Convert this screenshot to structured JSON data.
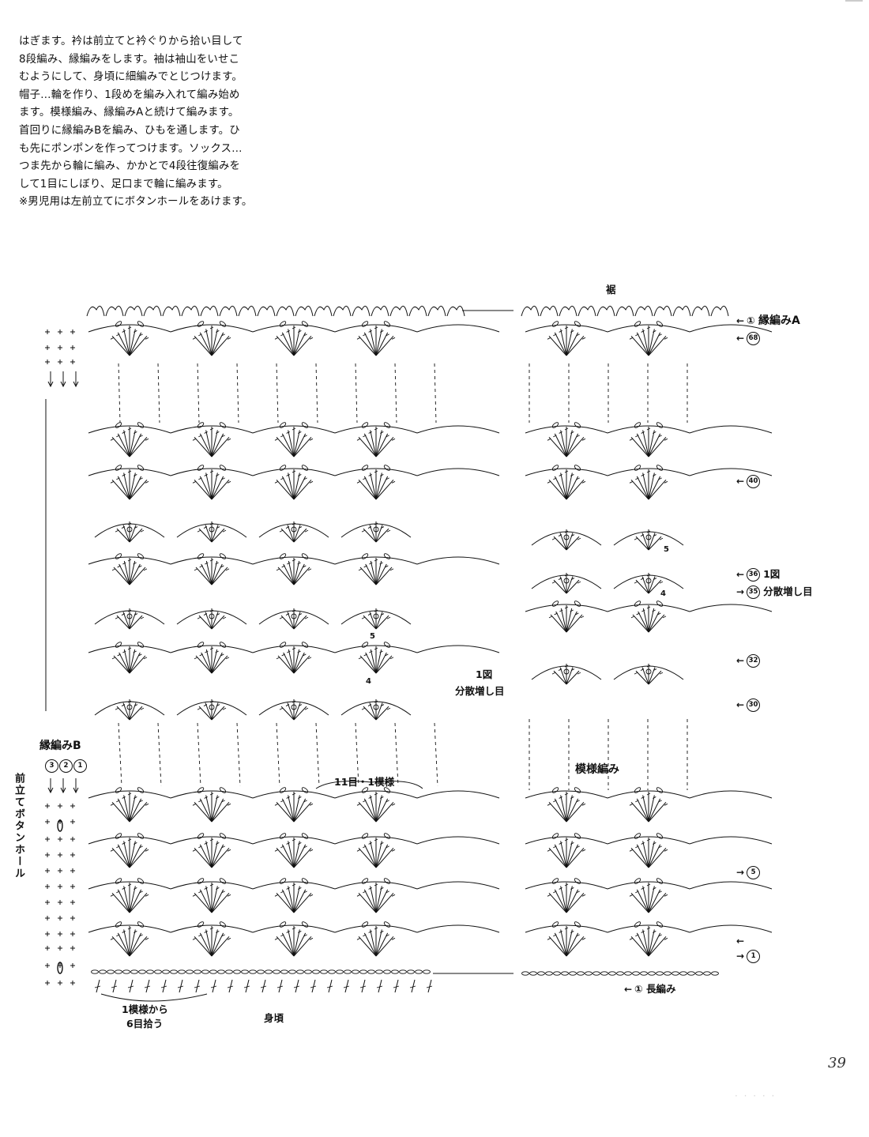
{
  "instructions": [
    "はぎます。衿は前立てと衿ぐりから拾い目して",
    "8段編み、縁編みをします。袖は袖山をいせこ",
    "むようにして、身頃に細編みでとじつけます。",
    "帽子…輪を作り、1段めを編み入れて編み始め",
    "ます。模様編み、縁編みAと続けて編みます。",
    "首回りに縁編みBを編み、ひもを通します。ひ",
    "も先にポンポンを作ってつけます。ソックス…",
    "つま先から輪に編み、かかとで4段往復編みを",
    "して1目にしぼり、足口まで輪に編みます。",
    "※男児用は左前立てにボタンホールをあけます。"
  ],
  "labels": {
    "hem": "裾",
    "edge_a_num": "①",
    "edge_a": "縁編みA",
    "row68": "68",
    "row40": "40",
    "row36": "36",
    "row36_note": "1図",
    "row35": "35",
    "row35_note": "分散増し目",
    "row32": "32",
    "row30": "30",
    "row5": "5",
    "row1": "1",
    "long_stitch_num": "①",
    "long_stitch": "長編み",
    "fig1": "1図",
    "fig1_note": "分散増し目",
    "pattern": "模様編み",
    "repeat": "11目・1模様",
    "edge_b": "縁編みB",
    "edge_b_rows": [
      "3",
      "2",
      "1"
    ],
    "front_band": "前立てボタンホール",
    "pickup_line1": "1模様から",
    "pickup_line2": "6目拾う",
    "body": "身頃",
    "inc4": "4",
    "inc5": "5"
  },
  "page_number": "39",
  "colors": {
    "ink": "#111111",
    "paper": "#ffffff"
  }
}
